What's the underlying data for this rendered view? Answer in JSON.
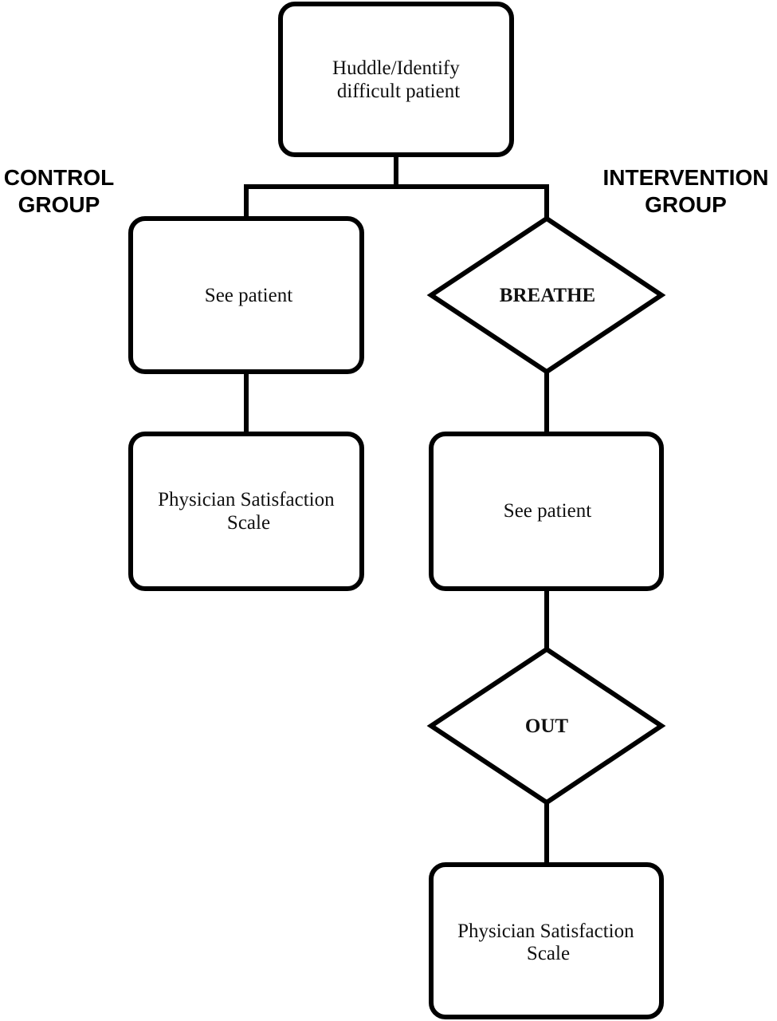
{
  "groups": {
    "control": [
      "CONTROL",
      "GROUP"
    ],
    "intervention": [
      "INTERVENTION",
      "GROUP"
    ]
  },
  "nodes": {
    "start": [
      "Huddle/Identify",
      "difficult patient"
    ],
    "control_see": [
      "See patient"
    ],
    "control_scale": [
      "Physician Satisfaction",
      "Scale"
    ],
    "breathe": [
      "BREATHE"
    ],
    "intervention_see": [
      "See patient"
    ],
    "out": [
      "OUT"
    ],
    "intervention_scale": [
      "Physician Satisfaction",
      "Scale"
    ]
  }
}
